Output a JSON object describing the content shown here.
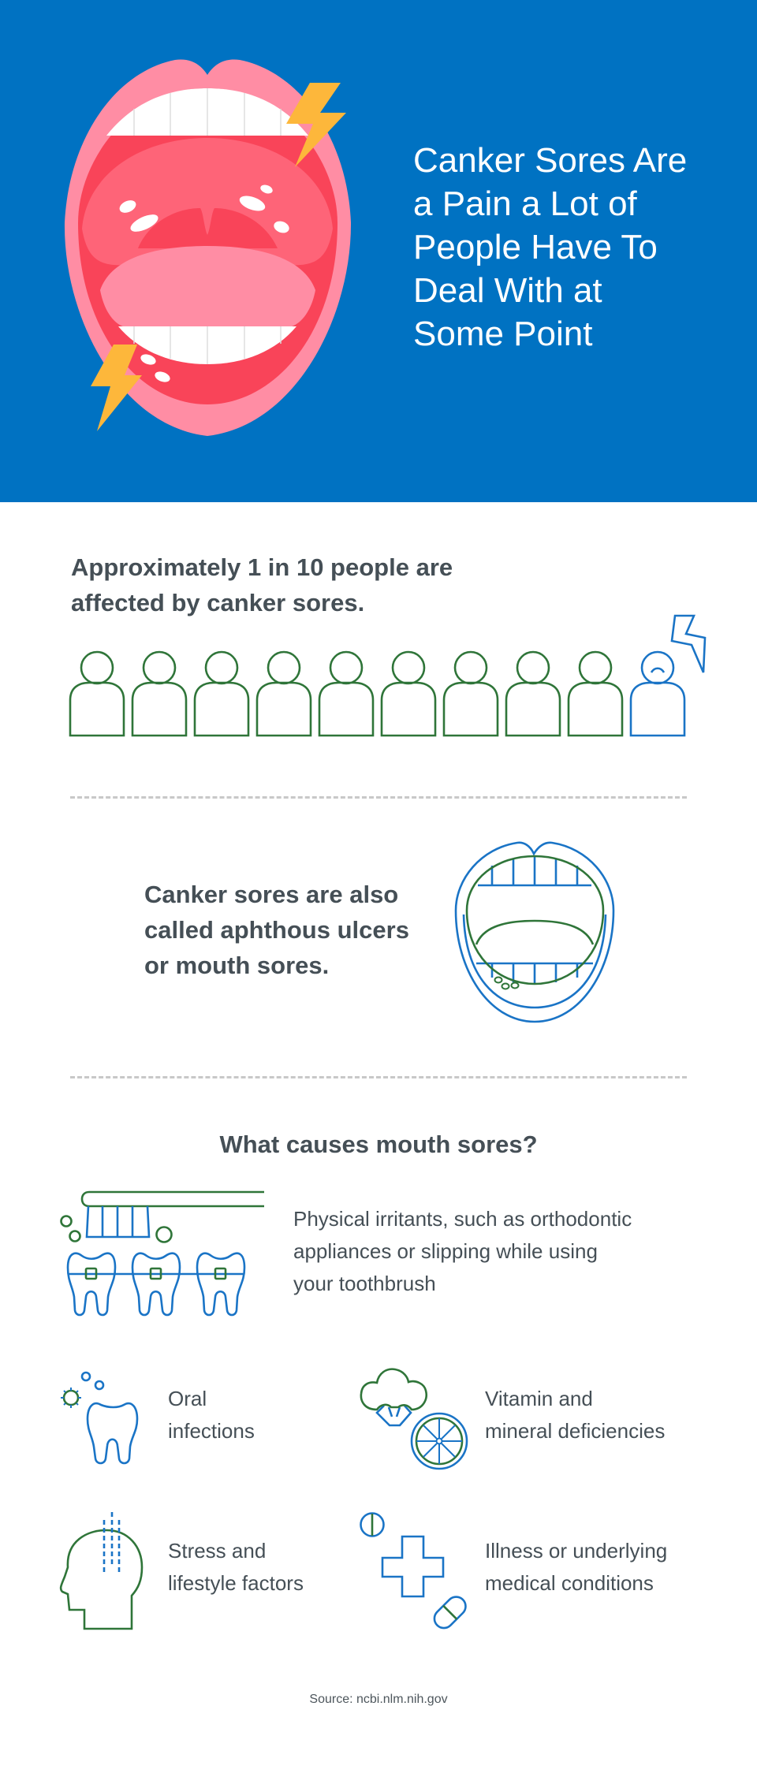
{
  "hero": {
    "title_lines": [
      "Canker Sores Are",
      "a Pain a Lot of",
      "People Have To",
      "Deal With at",
      "Some Point"
    ],
    "illustration": "open-mouth-with-sores-illustration"
  },
  "stat": {
    "lines": [
      "Approximately 1 in 10 people are",
      "affected by canker sores."
    ],
    "people_total": 10,
    "people_affected": 1,
    "icon": "people-row-icon"
  },
  "aka": {
    "lines": [
      "Canker sores are also",
      "called aphthous ulcers",
      "or mouth sores."
    ],
    "icon": "open-mouth-outline-icon"
  },
  "causes": {
    "title": "What causes mouth sores?",
    "items": [
      {
        "lines": [
          "Physical irritants, such as orthodontic",
          "appliances or slipping while using",
          "your toothbrush"
        ],
        "icon": "toothbrush-braces-icon"
      },
      {
        "lines": [
          "Oral",
          "infections"
        ],
        "icon": "tooth-germ-icon"
      },
      {
        "lines": [
          "Vitamin and",
          "mineral deficiencies"
        ],
        "icon": "broccoli-citrus-icon"
      },
      {
        "lines": [
          "Stress and",
          "lifestyle factors"
        ],
        "icon": "stressed-head-icon"
      },
      {
        "lines": [
          "Illness or underlying",
          "medical conditions"
        ],
        "icon": "medical-cross-pills-icon"
      }
    ]
  },
  "source": "Source: ncbi.nlm.nih.gov",
  "colors": {
    "hero_blue": "#0072c2",
    "lip_pink": "#ff8da4",
    "mouth_red": "#f94459",
    "palate": "#fe6478",
    "bolt_yellow": "#fdb73b",
    "icon_green": "#2f7539",
    "icon_blue": "#1a74c6",
    "text_gray": "#454f56",
    "divider_gray": "#c8c8c8"
  }
}
